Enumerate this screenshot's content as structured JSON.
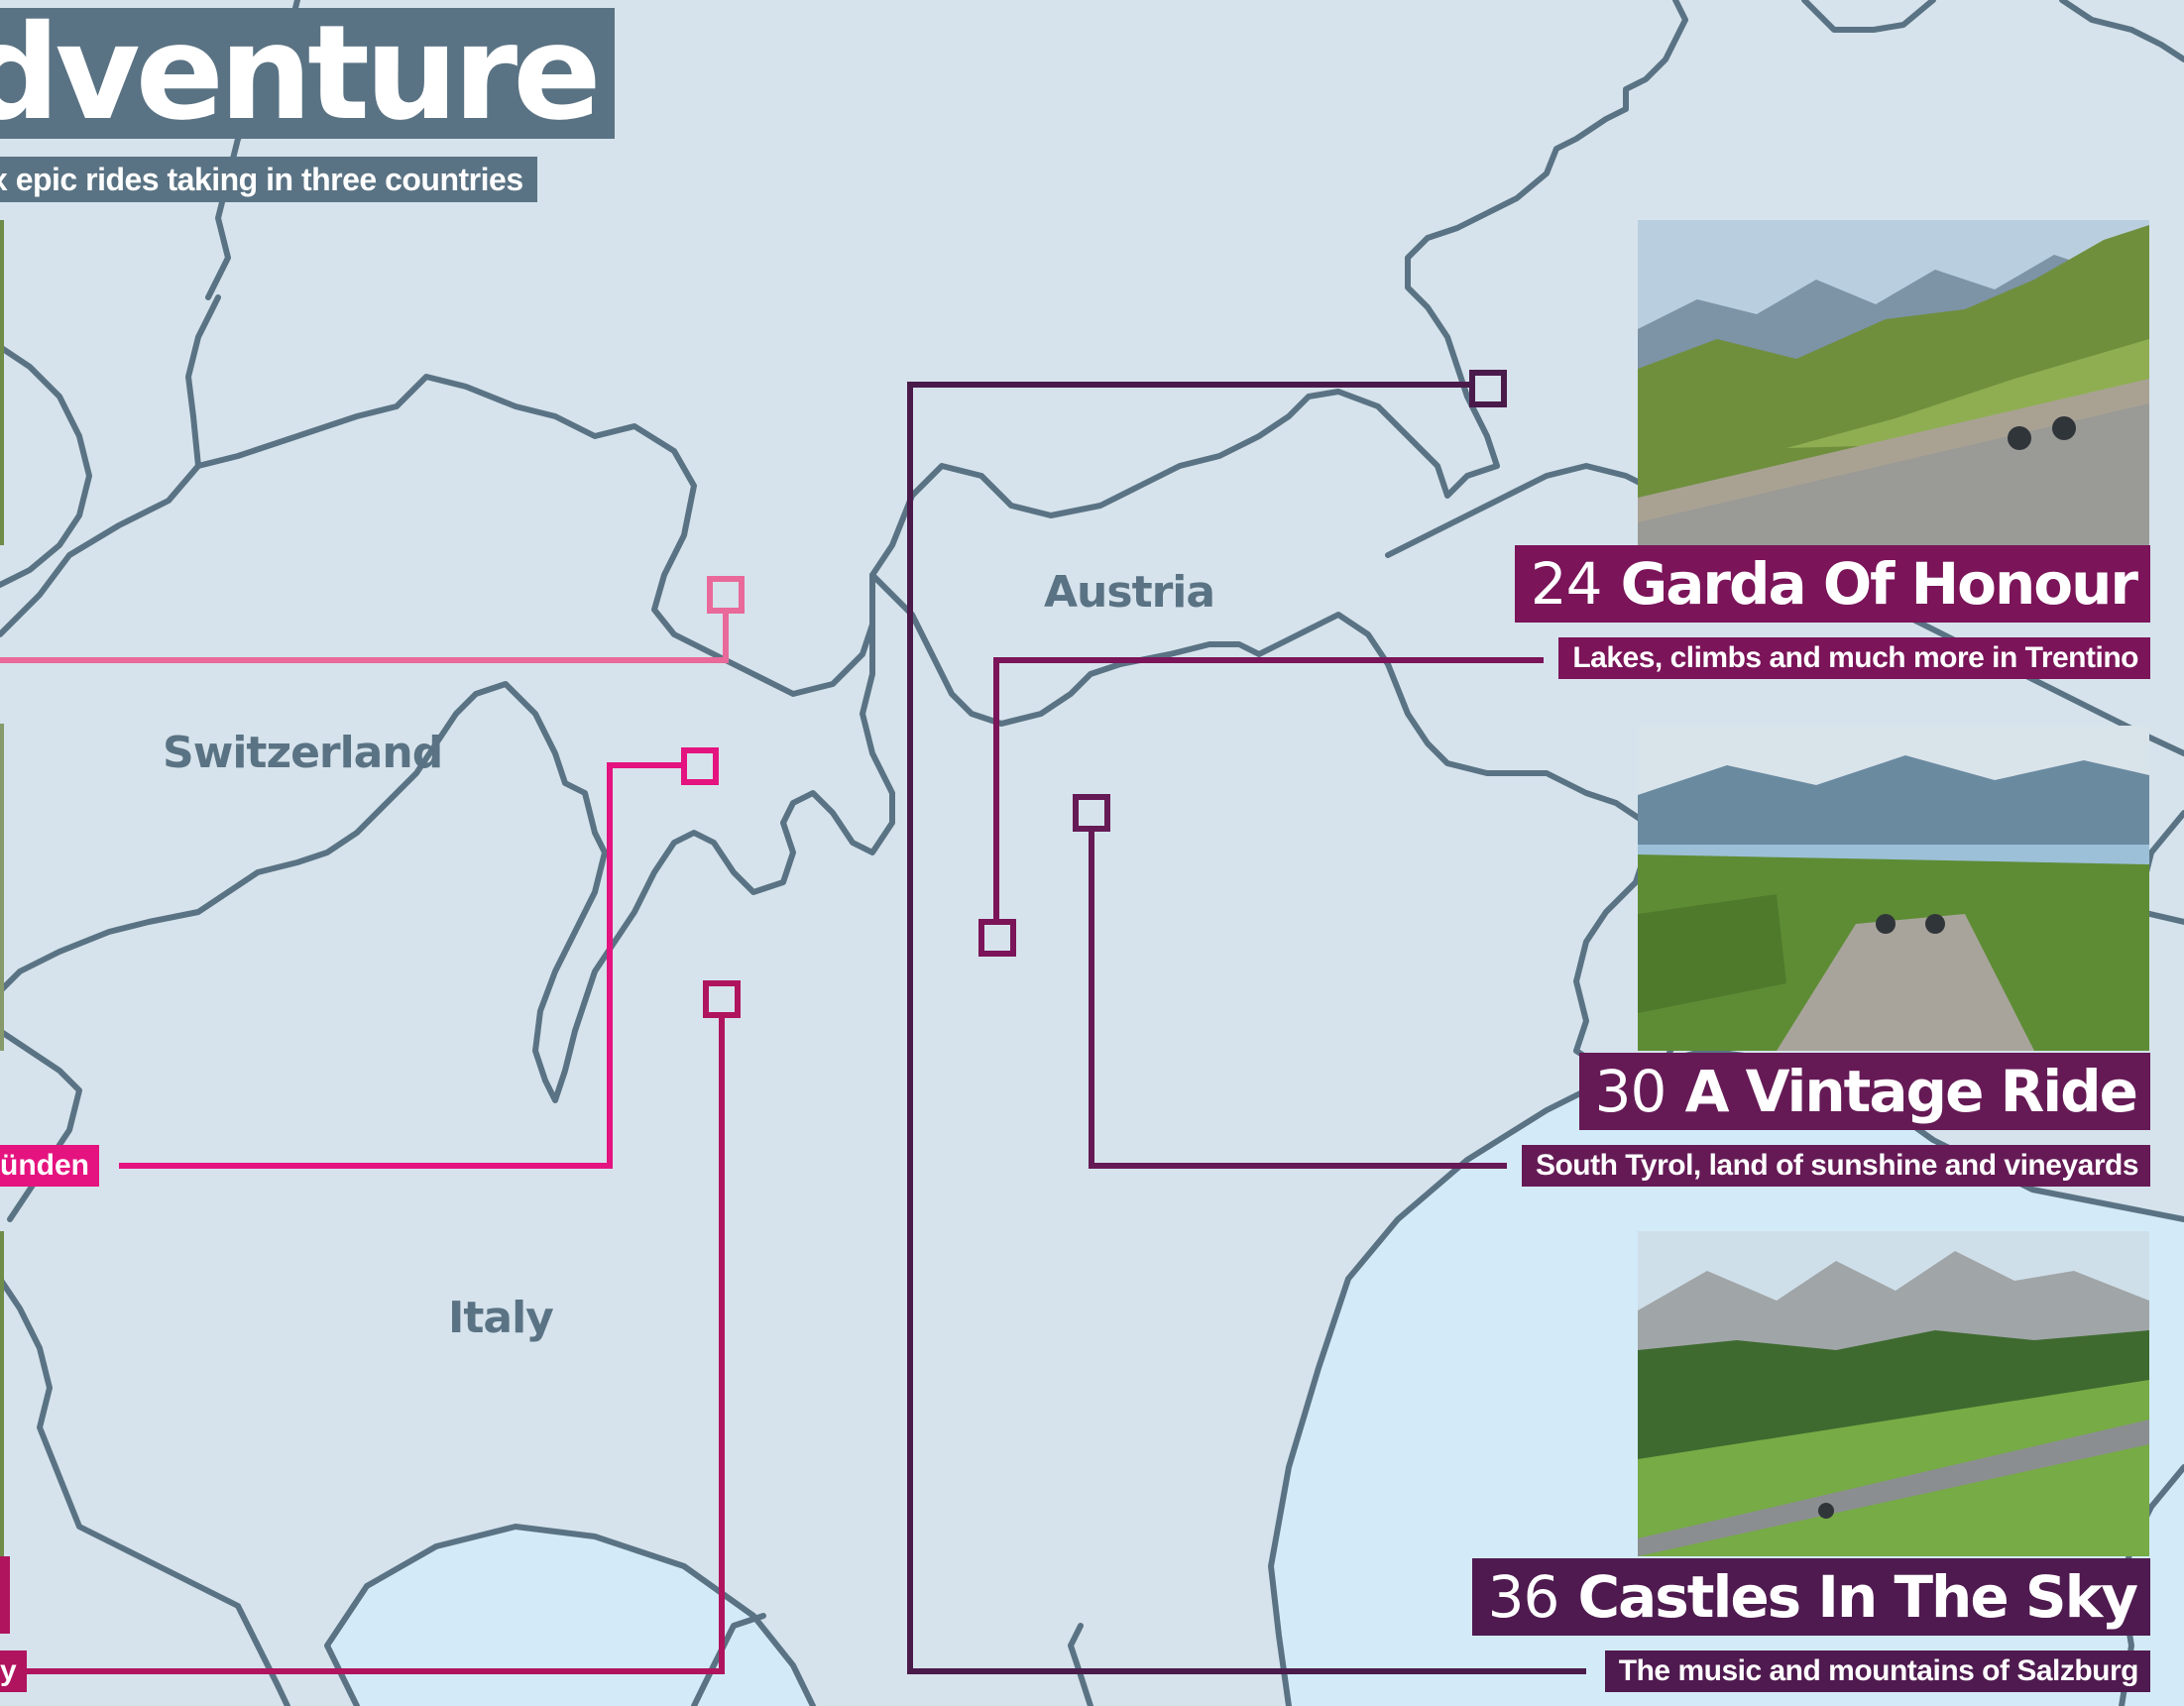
{
  "title": "dventure",
  "subtitle": "x epic rides taking in three countries",
  "countries": {
    "austria": "Austria",
    "switzerland": "Switzerland",
    "italy": "Italy"
  },
  "rides": [
    {
      "page": "24",
      "title": "Garda Of Honour",
      "subtitle": "Lakes, climbs and much more in Trentino",
      "color": "#7b1459"
    },
    {
      "page": "30",
      "title": "A Vintage Ride",
      "subtitle": "South Tyrol, land of sunshine and vineyards",
      "color": "#651a55"
    },
    {
      "page": "36",
      "title": "Castles In The Sky",
      "subtitle": "The music and mountains of Salzburg",
      "color": "#4f1a4f"
    }
  ],
  "left_cut_labels": {
    "graubunden": "ünden",
    "bottom": "y"
  },
  "colors": {
    "land": "#d6e3ec",
    "sea": "#d3ebf8",
    "border": "#5a7384",
    "pink": "#e9699a",
    "magenta": "#e4137f",
    "crimson": "#b0145e",
    "purple_dark": "#4a1a4b",
    "purple_mid": "#6e1656"
  }
}
